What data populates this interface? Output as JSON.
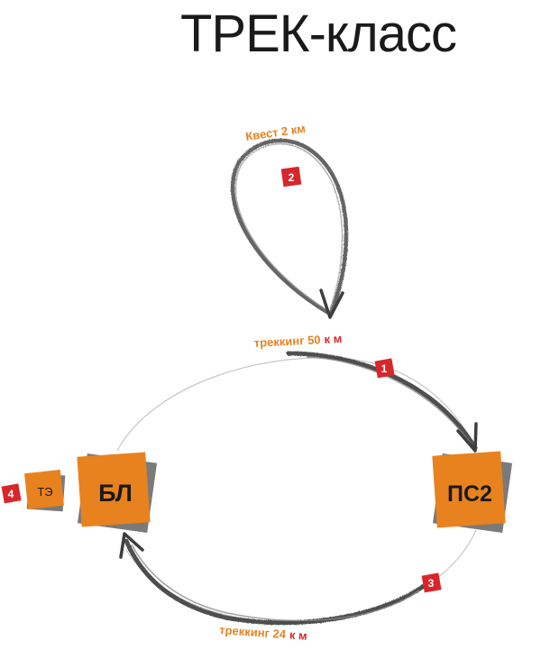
{
  "title": "ТРЕК-класс",
  "colors": {
    "accent": "#e8821f",
    "marker": "#d8262b",
    "route": "#3d3d3d",
    "shadow": "#777777",
    "node_text": "#1a1a1a"
  },
  "nodes": {
    "bl": "БЛ",
    "ps2": "ПС2",
    "te": "ТЭ"
  },
  "routes": {
    "quest": {
      "label": "Квест 2 км"
    },
    "trek50": {
      "label_main": "треккинг 50",
      "label_unit": "к м"
    },
    "trek24": {
      "label_main": "треккинг 24",
      "label_unit": "к м"
    }
  },
  "markers": [
    "1",
    "2",
    "3",
    "4"
  ]
}
